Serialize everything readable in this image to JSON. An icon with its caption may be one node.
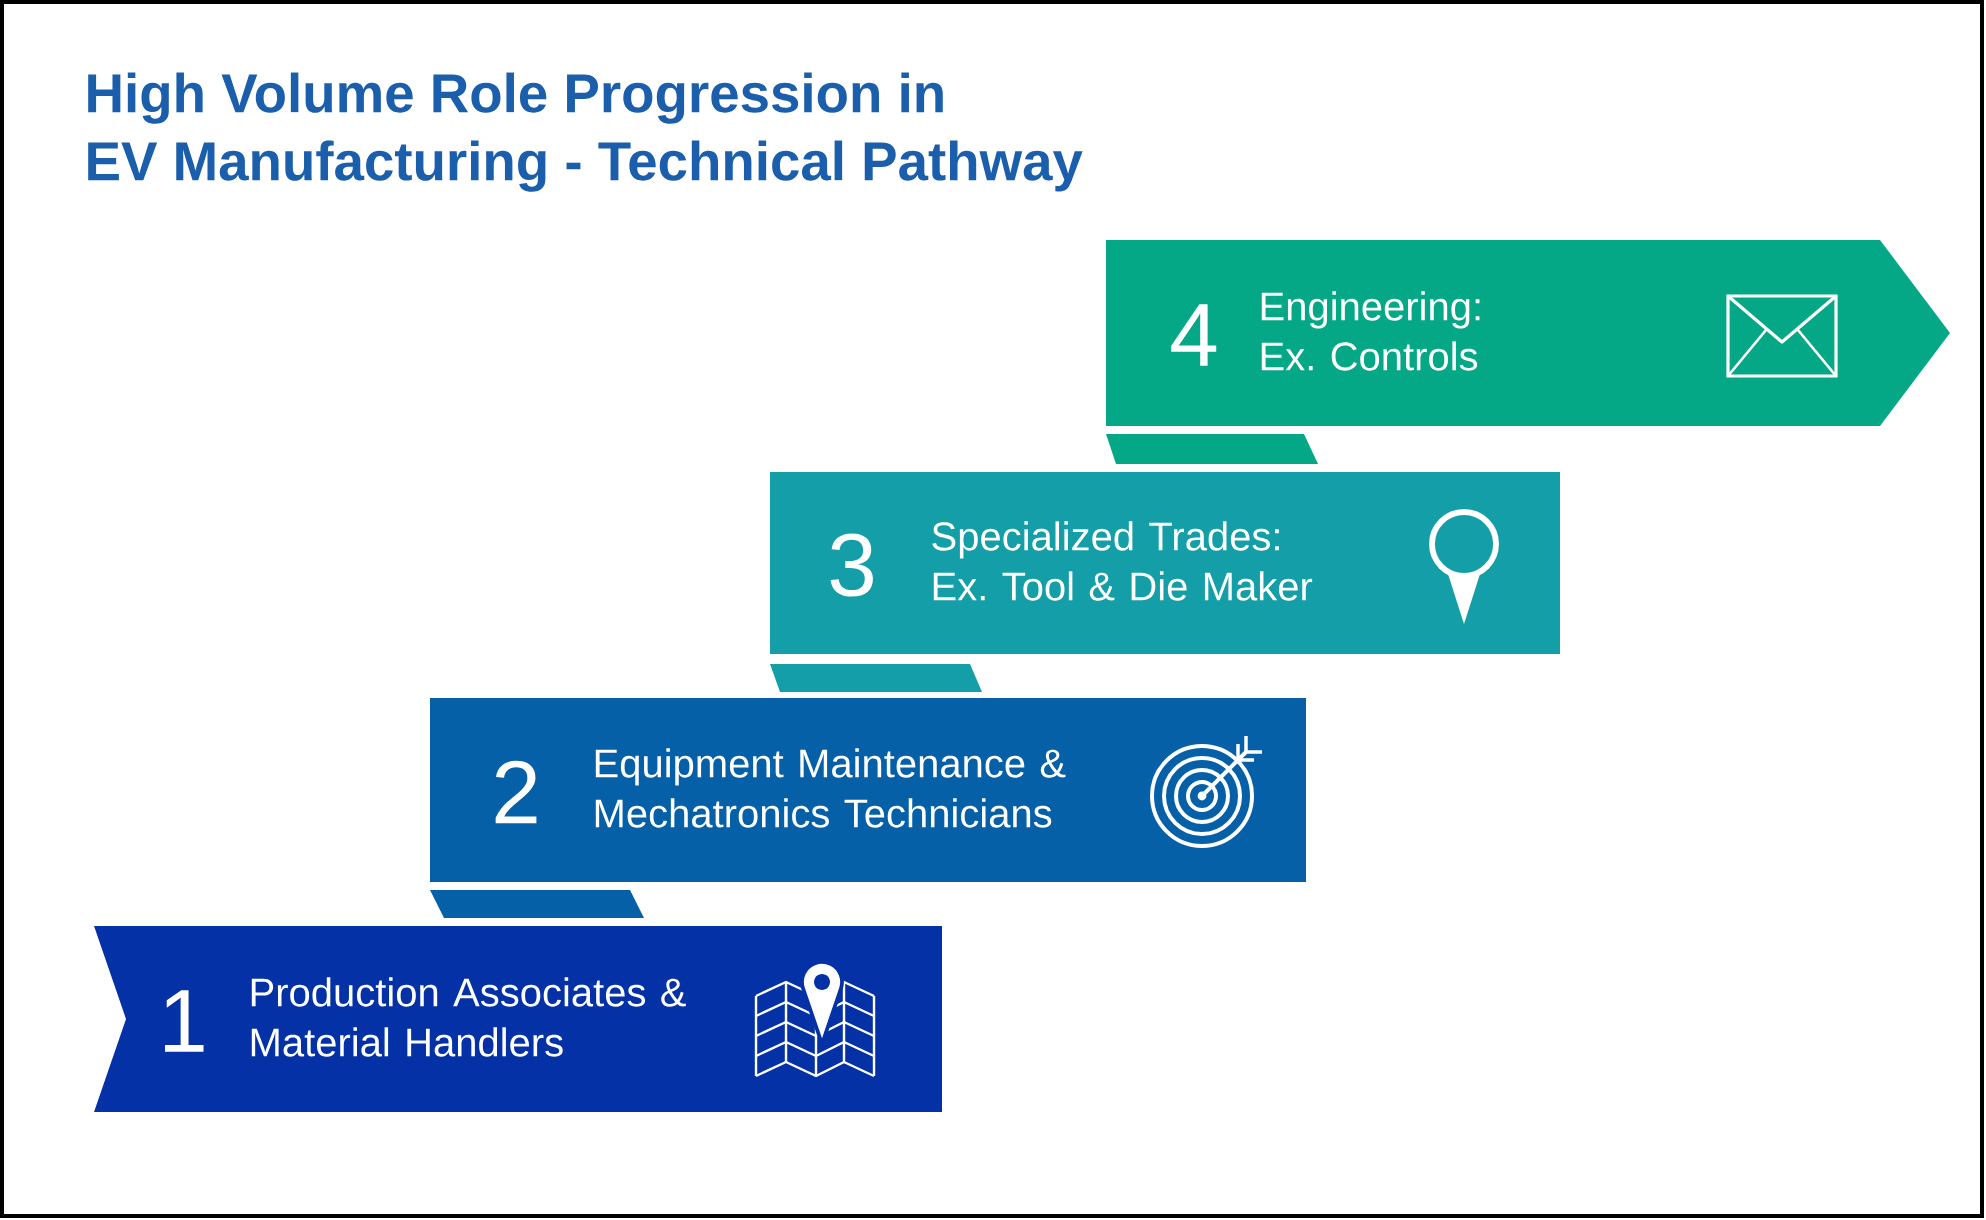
{
  "diagram": {
    "title": "High Volume Role Progression in EV Manufacturing - Technical Pathway",
    "nodes": [
      {
        "text": [
          "1",
          "Production Associates & Material Handlers"
        ]
      },
      {
        "text": [
          "2",
          "Equipment Maintenance & Mechatronics Technicians"
        ]
      },
      {
        "text": [
          "3",
          "Specialized Trades: Ex. Tool & Die Maker"
        ]
      },
      {
        "text": [
          "4",
          "Engineering: Ex. Controls"
        ]
      }
    ]
  }
}
